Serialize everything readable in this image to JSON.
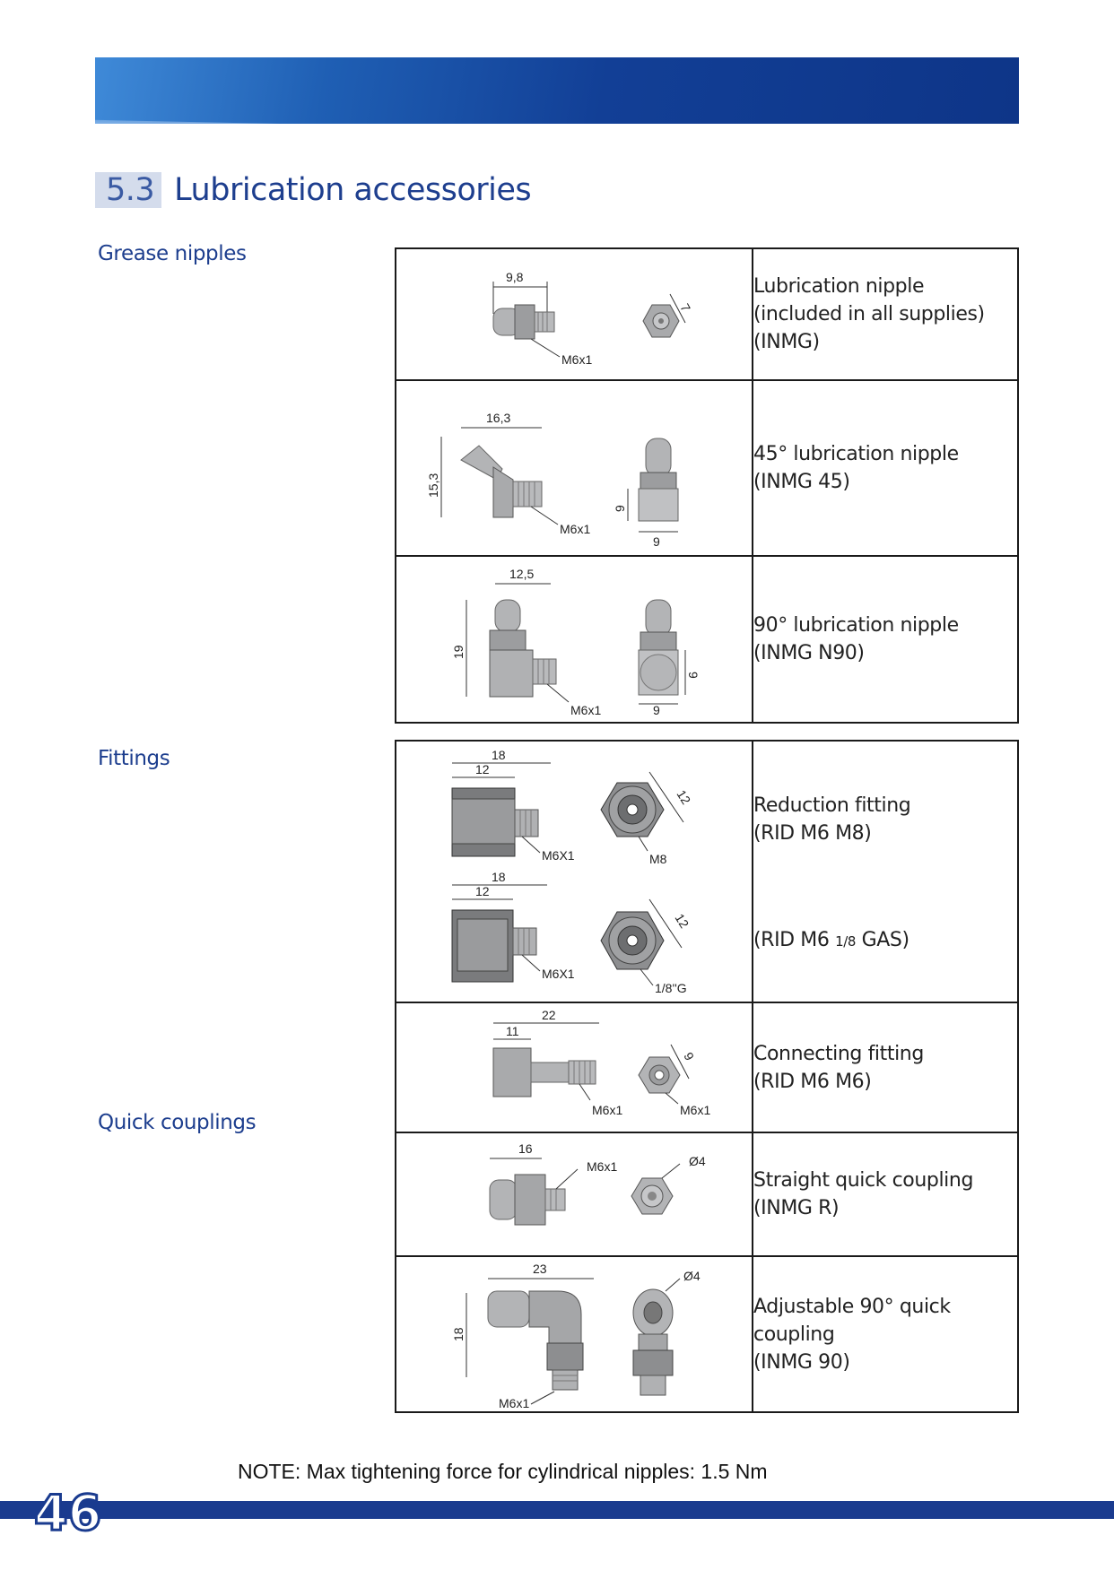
{
  "section": {
    "number": "5.3",
    "title": "Lubrication accessories"
  },
  "categories": {
    "grease_nipples": "Grease nipples",
    "fittings": "Fittings",
    "quick_couplings": "Quick couplings"
  },
  "rows": [
    {
      "lines": [
        "Lubrication nipple",
        "(included in all supplies)",
        "(INMG)"
      ],
      "dims": [
        "9,8",
        "7",
        "M6x1"
      ]
    },
    {
      "lines": [
        "45° lubrication nipple",
        "(INMG 45)"
      ],
      "dims": [
        "16,3",
        "15,3",
        "M6x1",
        "9",
        "9"
      ]
    },
    {
      "lines": [
        "90° lubrication nipple",
        "(INMG N90)"
      ],
      "dims": [
        "12,5",
        "19",
        "M6x1",
        "9",
        "9"
      ]
    },
    {
      "lines": [
        "Reduction fitting",
        "(RID M6 M8)"
      ],
      "lines2": [
        "(RID M6 ",
        "1/8",
        " GAS)"
      ],
      "dims": [
        "18",
        "12",
        "M6X1",
        "12",
        "M8",
        "18",
        "12",
        "M6X1",
        "12",
        "1/8''G"
      ]
    },
    {
      "lines": [
        "Connecting fitting",
        "(RID M6 M6)"
      ],
      "dims": [
        "22",
        "11",
        "M6x1",
        "9",
        "M6x1"
      ]
    },
    {
      "lines": [
        "Straight quick coupling",
        "(INMG R)"
      ],
      "dims": [
        "16",
        "M6x1",
        "Ø4"
      ]
    },
    {
      "lines": [
        "Adjustable 90° quick coupling",
        "(INMG 90)"
      ],
      "dims": [
        "23",
        "18",
        "M6x1",
        "Ø4"
      ]
    }
  ],
  "note": "NOTE: Max tightening force for cylindrical nipples: 1.5 Nm",
  "page_number": "46",
  "colors": {
    "brand_blue": "#1a3b8f",
    "title_blue": "#1d3e8e",
    "part_grey": "#a9aaac"
  }
}
